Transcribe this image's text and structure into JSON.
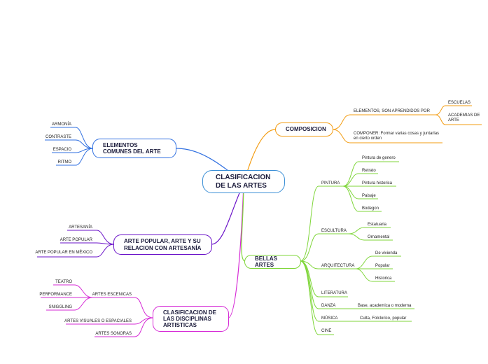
{
  "central": "CLASIFICACION DE LAS ARTES",
  "colors": {
    "central": "#3b8fd6",
    "elementos": "#2f6fe0",
    "popular": "#6a12c8",
    "disciplinas": "#d62ad6",
    "composicion": "#f39c12",
    "bellas": "#7fd63a"
  },
  "elementos": {
    "title": "ELEMENTOS COMUNES DEL ARTE",
    "items": [
      "ARMONÍA",
      "CONTRASTE",
      "ESPACIO",
      "RITMO"
    ]
  },
  "popular": {
    "title": "ARTE POPULAR, ARTE Y SU RELACION CON ARTESANÍA",
    "items": [
      "ARTESANÍA",
      "ARTE POPULAR",
      "ARTE POPULAR EN MÉXICO"
    ]
  },
  "disciplinas": {
    "title": "CLASIFICACION DE LAS DISCIPLINAS ARTISTICAS",
    "escenicas": "ARTES ESCENICAS",
    "escenicas_items": [
      "TEATRO",
      "PERFORMANCE",
      "SNIGGLING"
    ],
    "visuales": "ARTES VISUALES O ESPACIALES",
    "sonoras": "ARTES SONORAS"
  },
  "composicion": {
    "title": "COMPOSICION",
    "elementos": "ELEMENTOS, SON APRENDIDOS POR",
    "elementos_items": [
      "ESCUELAS",
      "ACADEMIAS DE ARTE"
    ],
    "componer": "COMPONER: Formar varias cosas y juntarlas en cierto orden"
  },
  "bellas": {
    "title": "BELLAS ARTES",
    "pintura": "PINTURA",
    "pintura_items": [
      "Pintura de genero",
      "Retrato",
      "Pintura historica",
      "Paisaje",
      "Bodegon"
    ],
    "escultura": "ESCULTURA",
    "escultura_items": [
      "Estatuaria",
      "Ornamental"
    ],
    "arquitectura": "ARQUITECTURA",
    "arquitectura_items": [
      "De vivienda",
      "Popular",
      "Historica"
    ],
    "literatura": "LITERATURA",
    "danza": "DANZA",
    "danza_item": "Base, academica o moderna",
    "musica": "MÚSICA",
    "musica_item": "Culta, Folclorico, popular",
    "cine": "CINE"
  }
}
